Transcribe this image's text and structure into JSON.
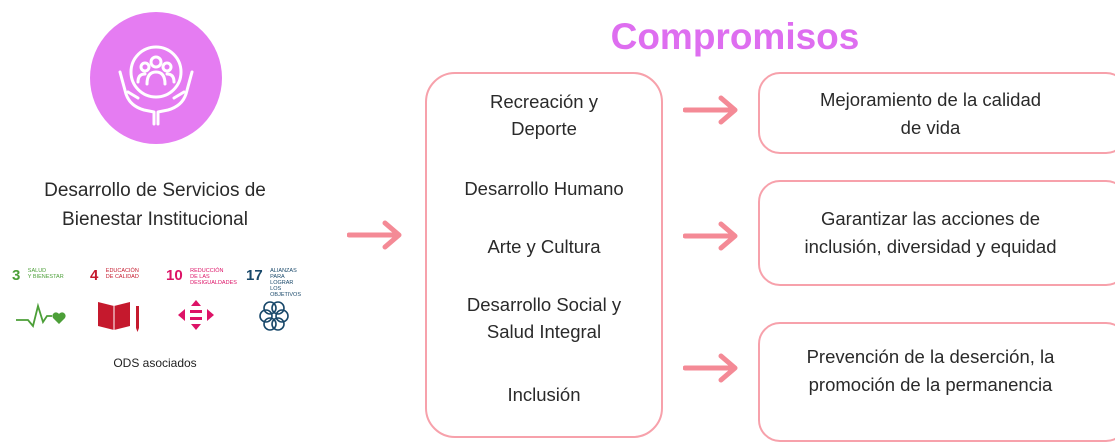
{
  "left": {
    "icon_name": "hands-holding-people-icon",
    "icon_bg": "#e57cf2",
    "title_line1": "Desarrollo de Servicios de",
    "title_line2": "Bienestar Institucional",
    "sdgs": [
      {
        "number": "3",
        "caption_l1": "SALUD",
        "caption_l2": "Y BIENESTAR",
        "caption_l3": "",
        "color": "#4c9f38",
        "icon": "heartbeat-icon"
      },
      {
        "number": "4",
        "caption_l1": "EDUCACIÓN",
        "caption_l2": "DE CALIDAD",
        "caption_l3": "",
        "color": "#c5192d",
        "icon": "book-icon"
      },
      {
        "number": "10",
        "caption_l1": "REDUCCIÓN DE LAS",
        "caption_l2": "DESIGUALDADES",
        "caption_l3": "",
        "color": "#dd1367",
        "icon": "equality-arrows-icon"
      },
      {
        "number": "17",
        "caption_l1": "ALIANZAS PARA",
        "caption_l2": "LOGRAR",
        "caption_l3": "LOS OBJETIVOS",
        "color": "#19486a",
        "icon": "partnership-rings-icon"
      }
    ],
    "ods_caption": "ODS asociados"
  },
  "heading": "Compromisos",
  "center": {
    "items": [
      {
        "l1": "Recreación y",
        "l2": "Deporte"
      },
      {
        "l1": "Desarrollo Humano",
        "l2": ""
      },
      {
        "l1": "Arte y Cultura",
        "l2": ""
      },
      {
        "l1": "Desarrollo Social y",
        "l2": "Salud Integral"
      },
      {
        "l1": "Inclusión",
        "l2": ""
      }
    ]
  },
  "right": {
    "items": [
      {
        "l1": "Mejoramiento de la calidad",
        "l2": "de vida"
      },
      {
        "l1": "Garantizar las acciones de",
        "l2": "inclusión, diversidad y equidad"
      },
      {
        "l1": "Prevención de la deserción, la",
        "l2": "promoción de la permanencia"
      }
    ]
  },
  "colors": {
    "accent_purple": "#de6ef0",
    "arrow_pink": "#f48a96",
    "border_pink": "#f7a1ab"
  }
}
